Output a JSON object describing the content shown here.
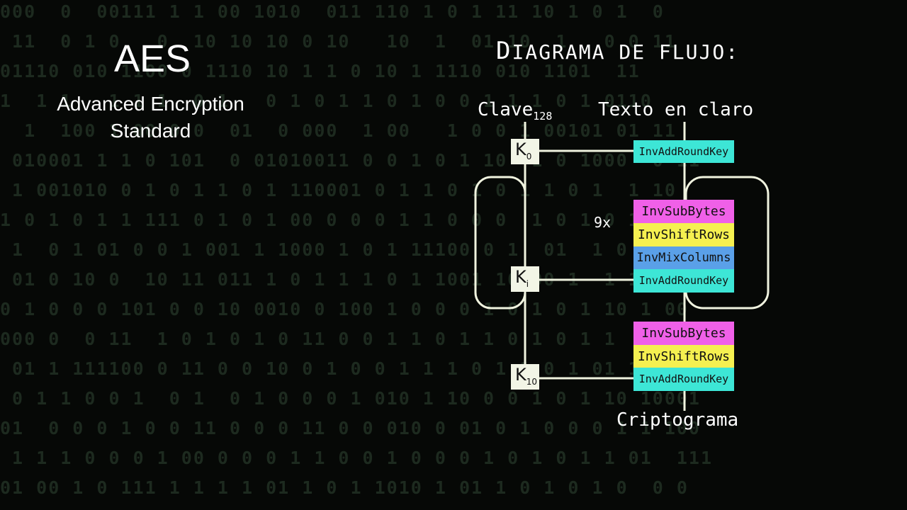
{
  "background": {
    "lines": [
      "000  0  00111 1 1 00 1010  011 110 1 0 1 11 10 1 0 1  0",
      " 11  0 1 0   0  10 10 10 0 10   10  1  01 10  1   0 0 11",
      "01110 010 1100 0 1110 10 1 1 0 10 1 1110 010 1101  11",
      "1  1 1   1 1 1  0 1   0 1 0 1 1 0 1 0 0 1 1 1 0 1 0110",
      "  1  100 1 00 0 0  01  0 000  1 00   1 0 0 1 00101 01 11",
      " 010001 1 1 0 101  0 01010011 0 0 1 0 1 10  1 0 1000  0 11",
      " 1 001010 0 1 0 1 1 0 1 110001 0 1 1 0 1 0 1 1 0 1  1 10",
      "1 0 1 0 1 1 111 0 1 0 1 00 0 0 0 1 1 0 0 0  1 0 1 0 1 1 00",
      " 1  0 1 01 0 0 1 001 1 1000 1 0 1 11100 0 1  01  1 0 1 10",
      " 01 0 10 0  10 11 011 1 0 1 1 1 0 1 1001 10 00 1  1 110 00",
      "0 1 0 0 0 101 0 0 10 0010 0 100 1 0 0 0 1 0 1 0 1 10 1 00",
      "000 0  0 11  1 0 1 0 1 0 11 0 0 1 1 0 1 1 0 1 0 1 1  100 01",
      " 01 1 111100 0 11 0 0 10 0 1 0 0 1 1 1 0 1 1 0 1 01 1 0 1",
      " 0 1 1 0 0 1  0 1  0 1 0 0 0 1 010 1 10 0 0 1 0 1 10 10001",
      "01  0 0 0 1 0 0 11 0 0 0 11 0 0 010 0 01 0 1 0 0 0 1 1 100",
      " 1 1 1 0 0 0 1 00 0 0 0 1 1 0 0 1 0 0 0 1 0 1 0 1 1 01  111",
      "01 00 1 0 111 1 1 1 1 01 1 0 1 1010 1 01 1 0 1 0 1 0  0 0"
    ]
  },
  "header": {
    "aes_title": "AES",
    "aes_subtitle_line1": "Advanced Encryption",
    "aes_subtitle_line2": "Standard",
    "flow_title_initial": "D",
    "flow_title_rest": "IAGRAMA DE FLUJO:"
  },
  "diagram": {
    "key_label": "Clave",
    "key_label_sub": "128",
    "plaintext_label": "Texto en claro",
    "ciphertext_label": "Criptograma",
    "repeat_label": "9x",
    "keys": [
      {
        "main": "K",
        "sub": "0"
      },
      {
        "main": "K",
        "sub": "i"
      },
      {
        "main": "K",
        "sub": "10"
      }
    ],
    "stage_round0": [
      "InvAddRoundKey"
    ],
    "stage_main": [
      "InvSubBytes",
      "InvShiftRows",
      "InvMixColumns",
      "InvAddRoundKey"
    ],
    "stage_final": [
      "InvSubBytes",
      "InvShiftRows",
      "InvAddRoundKey"
    ]
  },
  "colors": {
    "addroundkey": "#3de6d6",
    "subbytes": "#f060e8",
    "shiftrows": "#f5f050",
    "mixcolumns": "#5aa0e8",
    "line": "#f0f3df"
  }
}
